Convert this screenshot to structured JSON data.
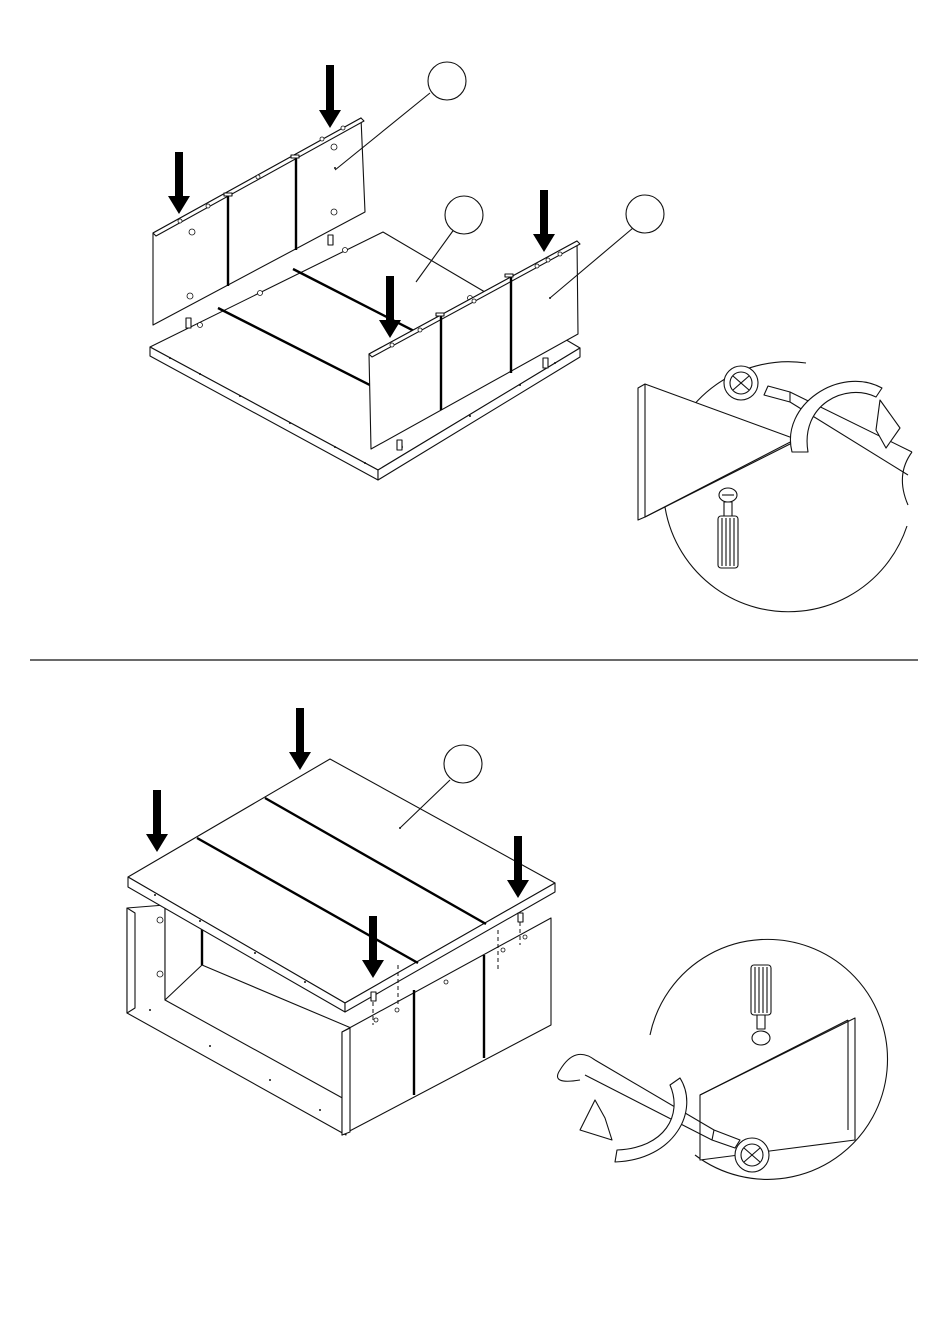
{
  "sheet": {
    "stroke_color": "#111111",
    "background": "#ffffff",
    "steps": [
      {
        "id": "upper-step",
        "callout_labels": [
          "",
          "",
          ""
        ],
        "insert_arrows": 4,
        "detail": {
          "tool": "screwdriver-icon",
          "rotation": "clockwise",
          "fastener": "cam-bolt-icon"
        }
      },
      {
        "id": "lower-step",
        "callout_labels": [
          ""
        ],
        "insert_arrows": 4,
        "detail": {
          "tool": "screwdriver-icon",
          "rotation": "counter-clockwise",
          "fastener": "cam-bolt-icon"
        }
      }
    ]
  }
}
